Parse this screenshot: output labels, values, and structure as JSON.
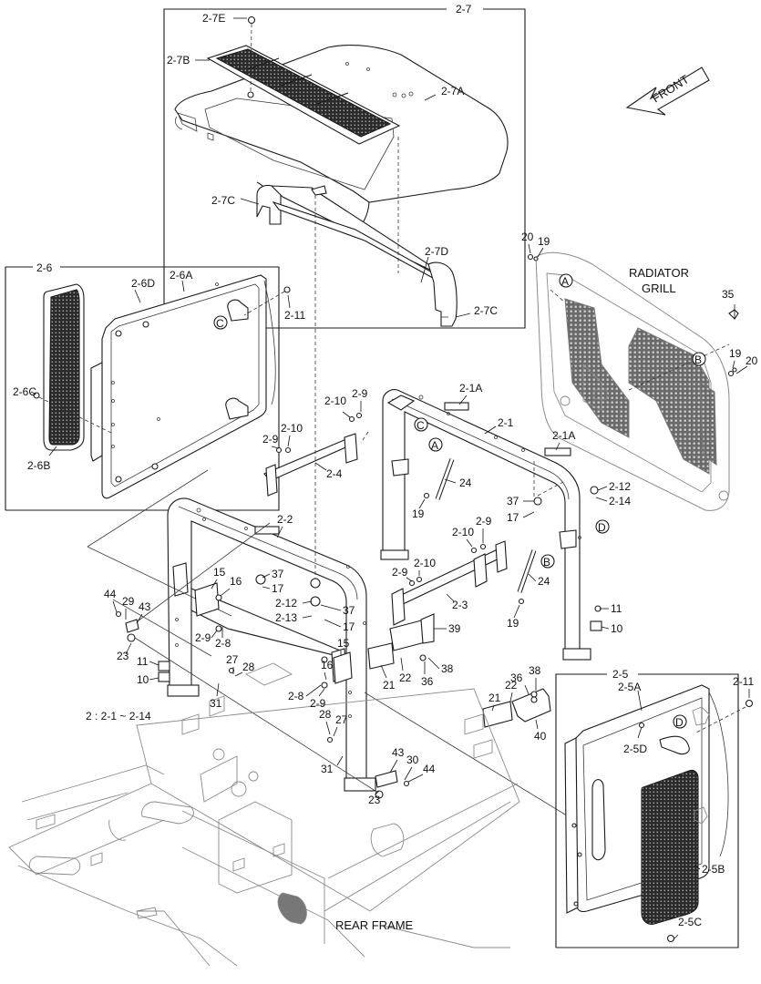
{
  "labels": {
    "l2_7": "2-7",
    "l2_7E": "2-7E",
    "l2_7B": "2-7B",
    "l2_7A": "2-7A",
    "l2_7C_top": "2-7C",
    "l2_7D": "2-7D",
    "l2_7C_bot": "2-7C",
    "front": "FRONT",
    "l20a": "20",
    "l19a": "19",
    "radiator_grill_1": "RADIATOR",
    "radiator_grill_2": "GRILL",
    "l35": "35",
    "l19b": "19",
    "l20b": "20",
    "l2_6": "2-6",
    "l2_6D": "2-6D",
    "l2_6A": "2-6A",
    "l2_11a": "2-11",
    "l2_6C": "2-6C",
    "l2_6B": "2-6B",
    "l2_10a": "2-10",
    "l2_9a": "2-9",
    "l2_1A_a": "2-1A",
    "l2_1": "2-1",
    "l2_9b": "2-9",
    "l2_10b": "2-10",
    "l2_4": "2-4",
    "l2_1A_b": "2-1A",
    "l24a": "24",
    "l19c": "19",
    "l2_12a": "2-12",
    "l2_14": "2-14",
    "l37a": "37",
    "l17a": "17",
    "l2_2": "2-2",
    "l2_10c": "2-10",
    "l2_9c": "2-9",
    "l2_10d": "2-10",
    "l2_9d": "2-9",
    "l37b": "37",
    "l17b": "17",
    "l15a": "15",
    "l16a": "16",
    "l24b": "24",
    "l19d": "19",
    "l2_3": "2-3",
    "l44a": "44",
    "l29": "29",
    "l43a": "43",
    "l2_12b": "2-12",
    "l37c": "37",
    "l2_13": "2-13",
    "l17c": "17",
    "l11a": "11",
    "l10a": "10",
    "l2_9e": "2-9",
    "l2_8a": "2-8",
    "l39": "39",
    "l23a": "23",
    "l27a": "27",
    "l28a": "28",
    "l16b": "16",
    "l15b": "15",
    "l11b": "11",
    "l10b": "10",
    "l31a": "31",
    "l21a": "21",
    "l22a": "22",
    "l36a": "36",
    "l38a": "38",
    "l2_11b": "2-11",
    "l2_5": "2-5",
    "l2_5A": "2-5A",
    "l2_8b": "2-8",
    "l2_9f": "2-9",
    "l22b": "22",
    "l36b": "36",
    "l38b": "38",
    "summary": "2 : 2-1 ~ 2-14",
    "l28b": "28",
    "l27b": "27",
    "l21b": "21",
    "l40": "40",
    "l2_5D": "2-5D",
    "l31b": "31",
    "l43b": "43",
    "l30": "30",
    "l44b": "44",
    "l23b": "23",
    "l2_5B": "2-5B",
    "rear_frame": "REAR FRAME",
    "l2_5C": "2-5C"
  },
  "callouts": {
    "A": "A",
    "B": "B",
    "C": "C",
    "D": "D"
  }
}
